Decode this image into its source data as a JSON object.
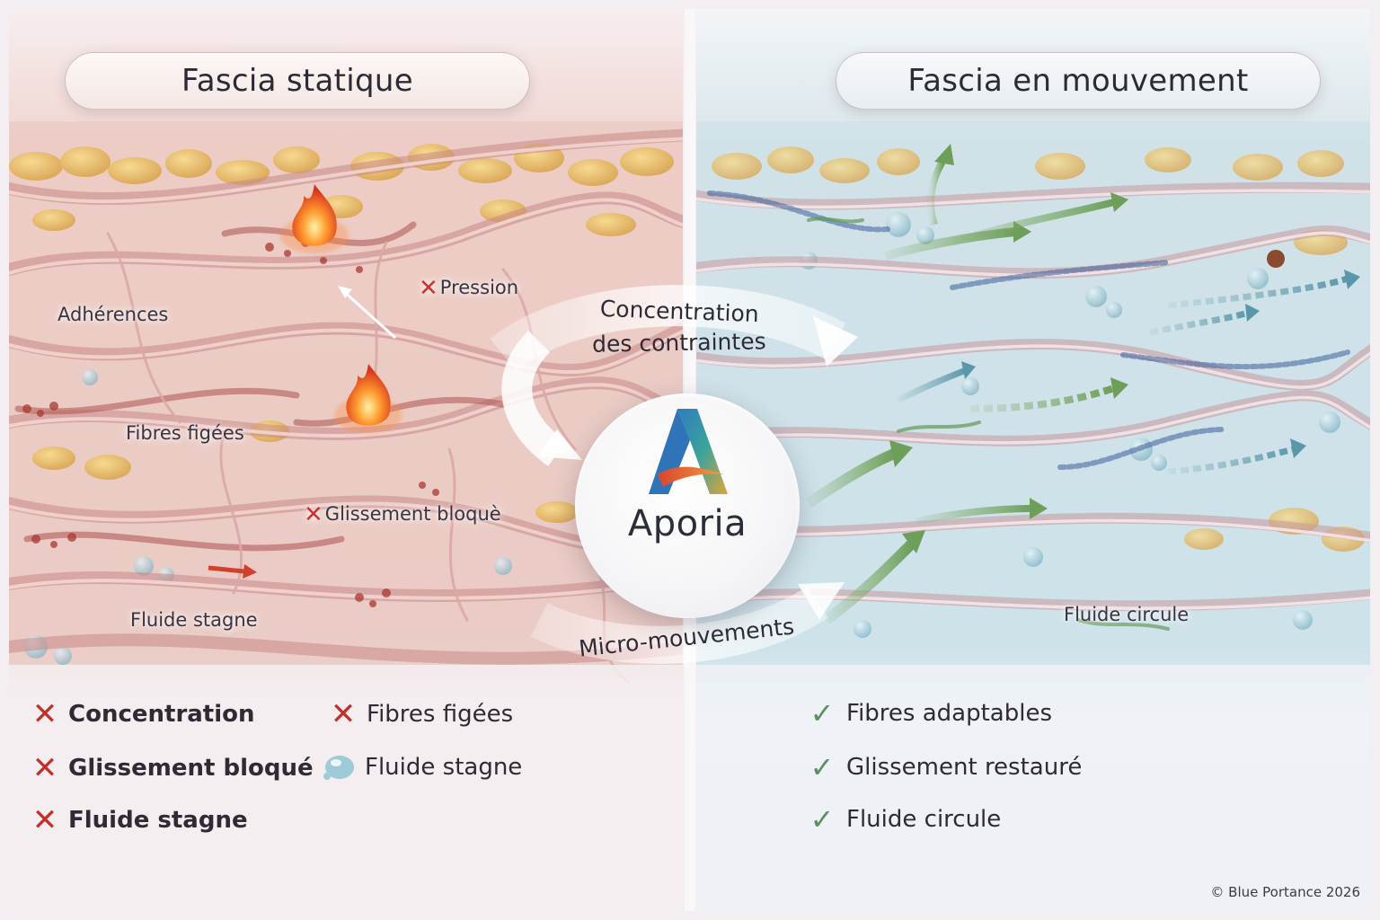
{
  "panels": {
    "left": {
      "title": "Fascia statique",
      "tissue_labels": {
        "adherences": "Adhérences",
        "pression": "Pression",
        "fibres_figees": "Fibres figées",
        "glissement_bloque": "Glissement bloquè",
        "fluide_stagne": "Fluide stagne"
      },
      "legend": {
        "concentration": "Concentration",
        "fibres_figees": "Fibres figées",
        "glissement_bloque": "Glissement bloqué",
        "fluide_stagne_droplet": "Fluide stagne",
        "fluide_stagne": "Fluide stagne"
      }
    },
    "right": {
      "title": "Fascia en mouvement",
      "tissue_labels": {
        "fluide_circule": "Fluide circule"
      },
      "legend": {
        "fibres_adaptables": "Fibres adaptables",
        "glissement_restaure": "Glissement restauré",
        "fluide_circule": "Fluide circule"
      }
    }
  },
  "center": {
    "brand": "Aporia",
    "arc_top_line1": "Concentration",
    "arc_top_line2": "des contraintes",
    "arc_bottom": "Micro-mouvements"
  },
  "copyright": "© Blue Portance 2026",
  "colors": {
    "warm_fiber": "#c98a88",
    "cool_fluid": "#cfe3ea",
    "cross_mark": "#c0312b",
    "check_mark": "#5b8f5e",
    "flow_arrow": "#7fae6a"
  },
  "icons": [
    "flame-icon",
    "cross-icon",
    "check-icon",
    "droplet-icon",
    "flow-arrow-icon",
    "aporia-logo"
  ]
}
